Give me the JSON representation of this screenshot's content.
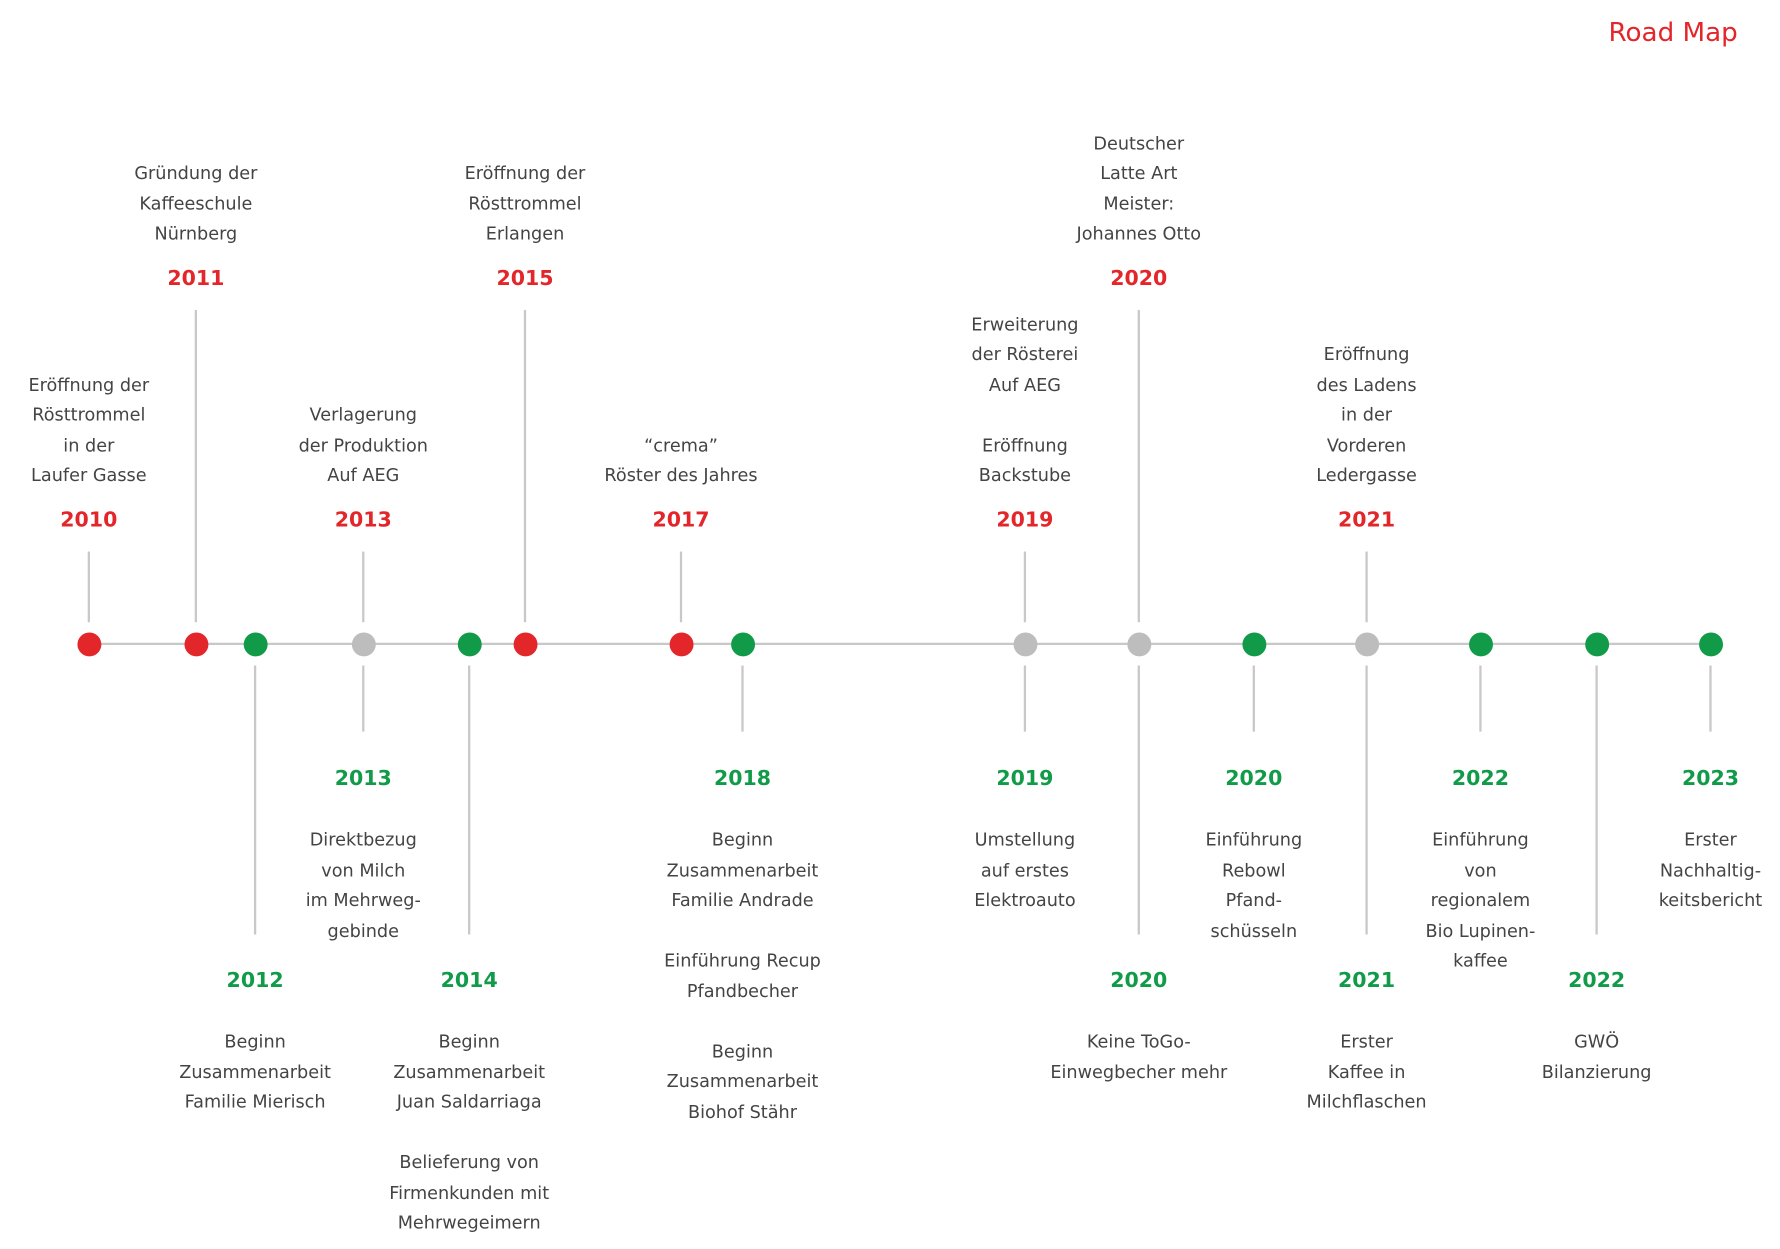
{
  "title": "Road Map",
  "colors": {
    "red": "#e3262a",
    "green": "#119b49",
    "gray": "#bdbdbd",
    "line": "#c8c8c8",
    "text": "#444444"
  },
  "timeline_points": [
    {
      "color": "red"
    },
    {
      "color": "red"
    },
    {
      "color": "green"
    },
    {
      "color": "gray"
    },
    {
      "color": "green"
    },
    {
      "color": "red"
    },
    {
      "color": "red"
    },
    {
      "color": "green"
    },
    {
      "color": "gray"
    },
    {
      "color": "gray"
    },
    {
      "color": "green"
    },
    {
      "color": "gray"
    },
    {
      "color": "green"
    },
    {
      "color": "green"
    },
    {
      "color": "green"
    }
  ],
  "milestones_above": [
    {
      "year": "2010",
      "color": "red",
      "lines": [
        "Eröffnung der",
        "Rösttrommel",
        "in der",
        "Laufer Gasse"
      ]
    },
    {
      "year": "2011",
      "color": "red",
      "lines": [
        "Gründung der",
        "Kaffeeschule",
        "Nürnberg"
      ]
    },
    {
      "year": "2013",
      "color": "red",
      "lines": [
        "Verlagerung",
        "der Produktion",
        "Auf AEG"
      ]
    },
    {
      "year": "2015",
      "color": "red",
      "lines": [
        "Eröffnung der",
        "Rösttrommel",
        "Erlangen"
      ]
    },
    {
      "year": "2017",
      "color": "red",
      "lines": [
        "“crema”",
        "Röster des Jahres"
      ]
    },
    {
      "year": "2019",
      "color": "red",
      "lines": [
        "Erweiterung",
        "der Rösterei",
        "Auf AEG",
        "",
        "Eröffnung",
        "Backstube"
      ]
    },
    {
      "year": "2020",
      "color": "red",
      "lines": [
        "Deutscher",
        "Latte Art",
        "Meister:",
        "Johannes Otto"
      ]
    },
    {
      "year": "2021",
      "color": "red",
      "lines": [
        "Eröffnung",
        "des Ladens",
        "in der",
        "Vorderen",
        "Ledergasse"
      ]
    }
  ],
  "milestones_below": [
    {
      "year": "2012",
      "color": "green",
      "lines": [
        "Beginn",
        "Zusammenarbeit",
        "Familie Mierisch"
      ]
    },
    {
      "year": "2013",
      "color": "green",
      "lines": [
        "Direktbezug",
        "von Milch",
        "im Mehrweg-",
        "gebinde"
      ]
    },
    {
      "year": "2014",
      "color": "green",
      "lines": [
        "Beginn",
        "Zusammenarbeit",
        "Juan Saldarriaga",
        "",
        "Belieferung von",
        "Firmenkunden mit",
        "Mehrwegeimern"
      ]
    },
    {
      "year": "2018",
      "color": "green",
      "lines": [
        "Beginn",
        "Zusammenarbeit",
        "Familie Andrade",
        "",
        "Einführung Recup",
        "Pfandbecher",
        "",
        "Beginn",
        "Zusammenarbeit",
        "Biohof Stähr"
      ]
    },
    {
      "year": "2019",
      "color": "green",
      "lines": [
        "Umstellung",
        "auf erstes",
        "Elektroauto"
      ]
    },
    {
      "year": "2020",
      "color": "green",
      "lines": [
        "Keine ToGo-",
        "Einwegbecher mehr"
      ]
    },
    {
      "year": "2020",
      "color": "green",
      "lines": [
        "Einführung",
        "Rebowl",
        "Pfand-",
        "schüsseln"
      ]
    },
    {
      "year": "2021",
      "color": "green",
      "lines": [
        "Erster",
        "Kaffee in",
        "Milchflaschen"
      ]
    },
    {
      "year": "2022",
      "color": "green",
      "lines": [
        "Einführung",
        "von",
        "regionalem",
        "Bio Lupinen-",
        "kaffee"
      ]
    },
    {
      "year": "2022",
      "color": "green",
      "lines": [
        "GWÖ",
        "Bilanzierung"
      ]
    },
    {
      "year": "2023",
      "color": "green",
      "lines": [
        "Erster",
        "Nachhaltig-",
        "keitsbericht"
      ]
    }
  ]
}
